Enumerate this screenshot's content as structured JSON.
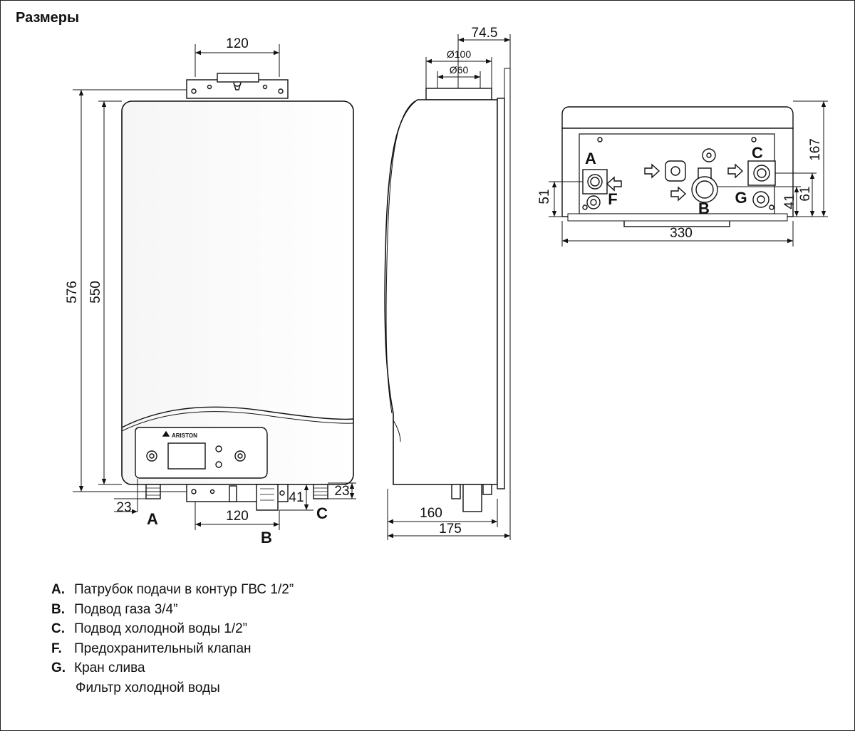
{
  "page": {
    "title": "Размеры"
  },
  "front_view": {
    "dimensions": {
      "top_bracket_width": "120",
      "total_height": "576",
      "body_height": "550",
      "left_pipe_offset": "23",
      "gas_inlet_depth": "41",
      "right_pipe_offset": "23",
      "bottom_pipe_spacing": "120"
    },
    "connectors": {
      "a": "A",
      "b": "B",
      "c": "C"
    },
    "brand": "ARISTON"
  },
  "side_view": {
    "dimensions": {
      "flue_offset": "74.5",
      "flue_outer_diameter": "Ø100",
      "flue_inner_diameter": "Ø60",
      "body_depth": "160",
      "total_depth": "175"
    }
  },
  "bottom_view": {
    "dimensions": {
      "height_total": "167",
      "height_a": "51",
      "height_g": "41",
      "height_c": "61",
      "width": "330"
    },
    "connectors": {
      "a": "A",
      "b": "B",
      "c": "C",
      "f": "F",
      "g": "G"
    }
  },
  "legend": [
    {
      "key": "A.",
      "text": "Патрубок подачи в контур ГВС 1/2”"
    },
    {
      "key": "B.",
      "text": "Подвод газа 3/4”"
    },
    {
      "key": "C.",
      "text": "Подвод холодной воды 1/2”"
    },
    {
      "key": "F.",
      "text": "Предохранительный клапан"
    },
    {
      "key": "G.",
      "text": "Кран слива"
    }
  ],
  "legend_extra": "Фильтр холодной воды"
}
